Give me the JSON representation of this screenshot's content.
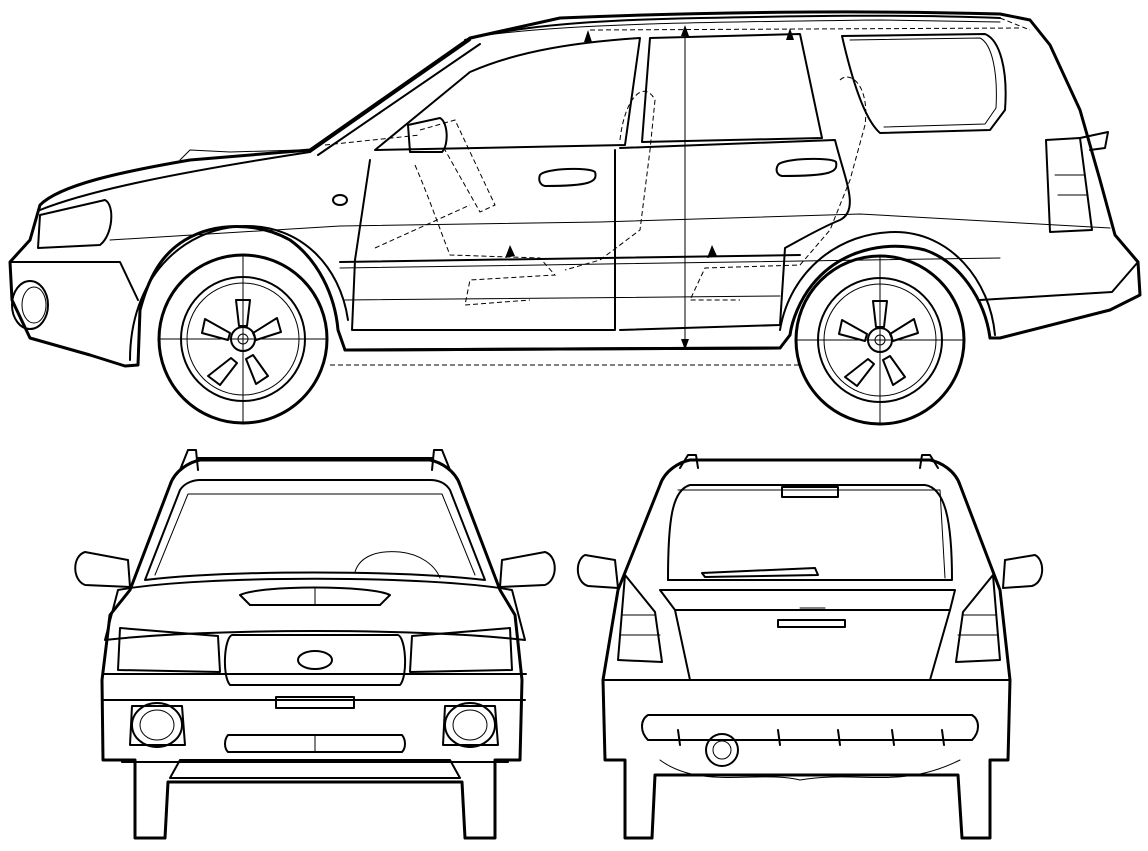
{
  "drawing": {
    "colors": {
      "line": "#000000",
      "background": "#ffffff"
    },
    "views": [
      {
        "id": "side-view",
        "label": ""
      },
      {
        "id": "front-view",
        "label": ""
      },
      {
        "id": "rear-view",
        "label": ""
      }
    ]
  }
}
